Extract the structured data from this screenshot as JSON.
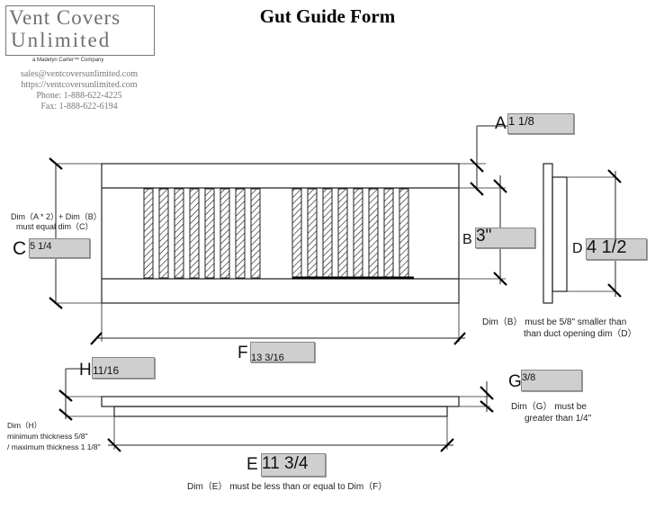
{
  "logo": {
    "line1": "Vent Covers",
    "line2": "Unlimited",
    "subtitle": "a Madelyn Carter™ Company"
  },
  "contact": {
    "email": "sales@ventcoversunlimited.com",
    "website": "https://ventcoversunlimited.com",
    "phone": "Phone: 1-888-622-4225",
    "fax": "Fax: 1-888-622-6194"
  },
  "title": "Gut Guide Form",
  "dims": {
    "A": {
      "label": "A",
      "value": "1 1/8"
    },
    "B": {
      "label": "B",
      "value": "3\""
    },
    "C": {
      "label": "C",
      "value": "5 1/4"
    },
    "D": {
      "label": "D",
      "value": "4 1/2"
    },
    "E": {
      "label": "E",
      "value": "11 3/4"
    },
    "F": {
      "label": "F",
      "value": "13 3/16"
    },
    "G": {
      "label": "G",
      "value": "3/8"
    },
    "H": {
      "label": "H",
      "value": "11/16"
    }
  },
  "notes": {
    "c_rule_1": "Dim（A * 2）+ Dim（B）",
    "c_rule_2": "must equal dim（C）",
    "b_rule_1": "Dim（B） must be 5/8\" smaller than",
    "b_rule_2": "than duct opening dim（D）",
    "g_rule_1": "Dim（G） must be",
    "g_rule_2": "greater than 1/4\"",
    "h_rule_1": "Dim（H）",
    "h_rule_2": "minimum thickness 5/8\"",
    "h_rule_3": "/ maximum thickness 1 1/8\"",
    "e_rule": "Dim（E） must be less than or equal to Dim（F）"
  }
}
